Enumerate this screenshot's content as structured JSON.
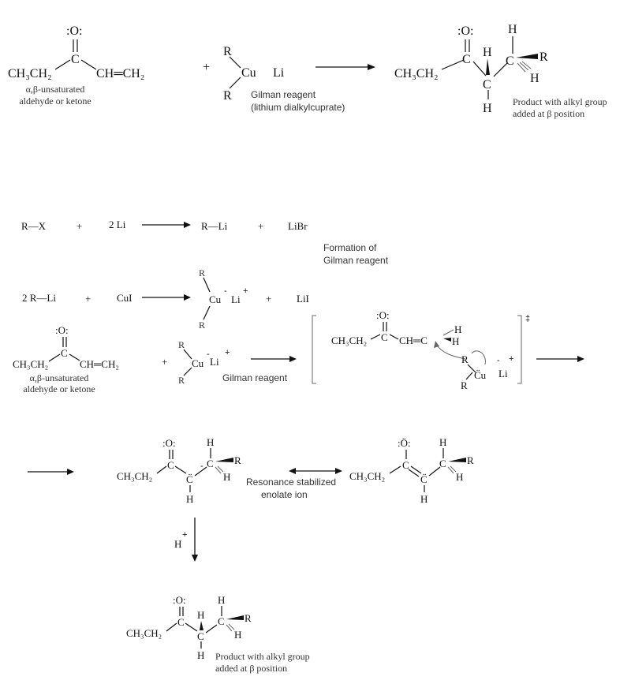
{
  "sym": {
    "C": "C",
    "H": "H",
    "R": "R",
    "O": ":O:",
    "O_enolate": ":Ö:",
    "Cu": "Cu",
    "Cu_lp": "C̈u",
    "Li": "Li",
    "ethyl": "CH₃CH₂",
    "vinyl": "CH═CH₂",
    "vinyl_c": "CH═C",
    "plus": "+",
    "minus": "-",
    "dagger": "‡",
    "hplus": "H",
    "c_lp": "C̈"
  },
  "labels": {
    "unsat1": "α,β-unsaturated",
    "unsat2": "aldehyde or ketone",
    "gilman1": "Gilman reagent",
    "gilman2": "(lithium dialkylcuprate)",
    "product1": "Product with alkyl group",
    "product2": "added at β position",
    "formation1": "Formation of",
    "formation2": "Gilman reagent",
    "gilman_short": "Gilman reagent",
    "resonance1": "Resonance stabilized",
    "resonance2": "enolate ion"
  },
  "step1": {
    "rx": "R—X",
    "li2": "2 Li",
    "rli": "R—Li",
    "libr": "LiBr"
  },
  "step2": {
    "rli2": "2  R—Li",
    "cui": "CuI",
    "lii": "LiI"
  }
}
